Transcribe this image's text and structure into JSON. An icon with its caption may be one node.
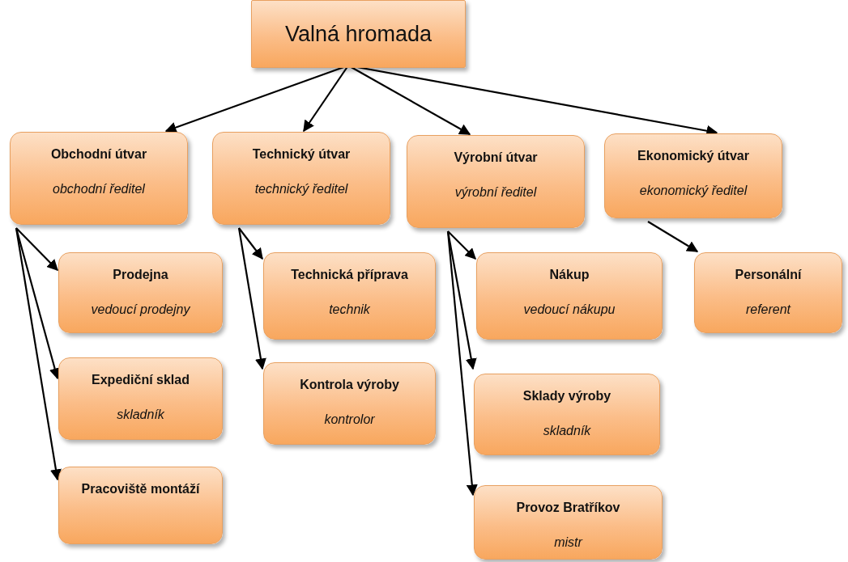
{
  "diagram": {
    "nodes": [
      {
        "text": [
          "Valná hromada"
        ]
      },
      {
        "text": [
          "Obchodní útvar",
          "obchodní ředitel"
        ]
      },
      {
        "text": [
          "Technický útvar",
          "technický ředitel"
        ]
      },
      {
        "text": [
          "Výrobní útvar",
          "výrobní ředitel"
        ]
      },
      {
        "text": [
          "Ekonomický útvar",
          "ekonomický ředitel"
        ]
      },
      {
        "text": [
          "Prodejna",
          "vedoucí prodejny"
        ]
      },
      {
        "text": [
          "Expediční sklad",
          "skladník"
        ]
      },
      {
        "text": [
          "Pracoviště montáží"
        ]
      },
      {
        "text": [
          "Technická příprava",
          "technik"
        ]
      },
      {
        "text": [
          "Kontrola výroby",
          "kontrolor"
        ]
      },
      {
        "text": [
          "Nákup",
          "vedoucí nákupu"
        ]
      },
      {
        "text": [
          "Sklady výroby",
          "skladník"
        ]
      },
      {
        "text": [
          "Provoz Bratříkov",
          "mistr"
        ]
      },
      {
        "text": [
          "Personální",
          "referent"
        ]
      }
    ],
    "edges": [
      {
        "from": 0,
        "to": 1,
        "arrow": "to"
      },
      {
        "from": 0,
        "to": 2,
        "arrow": "to"
      },
      {
        "from": 0,
        "to": 3,
        "arrow": "to"
      },
      {
        "from": 0,
        "to": 4,
        "arrow": "to"
      },
      {
        "from": 1,
        "to": 5,
        "arrow": "to"
      },
      {
        "from": 1,
        "to": 6,
        "arrow": "to"
      },
      {
        "from": 1,
        "to": 7,
        "arrow": "to"
      },
      {
        "from": 2,
        "to": 8,
        "arrow": "to"
      },
      {
        "from": 2,
        "to": 9,
        "arrow": "to"
      },
      {
        "from": 3,
        "to": 10,
        "arrow": "to"
      },
      {
        "from": 3,
        "to": 11,
        "arrow": "to"
      },
      {
        "from": 3,
        "to": 12,
        "arrow": "to"
      },
      {
        "from": 4,
        "to": 13,
        "arrow": "to"
      }
    ]
  }
}
